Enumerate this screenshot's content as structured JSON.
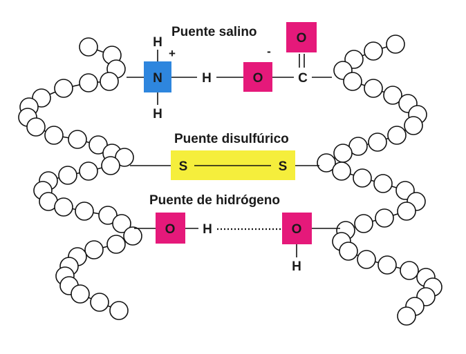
{
  "colors": {
    "nitrogen_box": "#2e86de",
    "oxygen_box": "#e5197a",
    "sulfur_box": "#f5ee3c"
  },
  "labels": {
    "salt_bridge": "Puente salino",
    "disulfide_bridge": "Puente disulfúrico",
    "hydrogen_bridge": "Puente de hidrógeno"
  },
  "atoms": {
    "salt_h_top": "H",
    "salt_plus": "+",
    "salt_n": "N",
    "salt_h_bottom": "H",
    "salt_h_mid": "H",
    "salt_o": "O",
    "salt_minus": "-",
    "salt_c": "C",
    "salt_o_double": "O",
    "ss_left": "S",
    "ss_right": "S",
    "hb_o_left": "O",
    "hb_h": "H",
    "hb_o_right": "O",
    "hb_h_bottom": "H"
  }
}
